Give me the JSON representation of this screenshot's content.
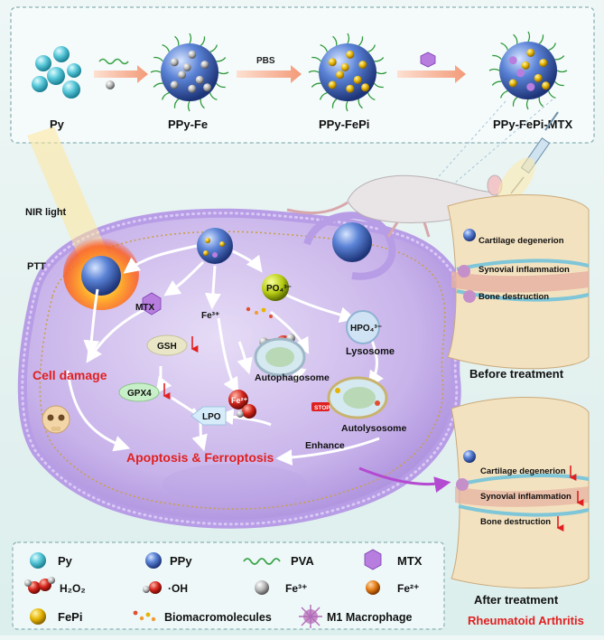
{
  "synthesis": {
    "step_py": "Py",
    "step_ppy_fe": "PPy-Fe",
    "arrow_pbs": "PBS",
    "step_ppy_fepi": "PPy-FePi",
    "step_ppy_fepi_mtx": "PPy-FePi-MTX"
  },
  "cell": {
    "nir_light": "NIR light",
    "ptt": "PTT",
    "mtx": "MTX",
    "fe3": "Fe³⁺",
    "po4": "PO₄³⁻",
    "gsh": "GSH",
    "fe2": "Fe²⁺",
    "hpo4": "HPO₄³⁻",
    "lysosome": "Lysosome",
    "cell_damage": "Cell damage",
    "gpx4": "GPX4",
    "lpo": "LPO",
    "autophagosome": "Autophagosome",
    "stop": "STOP",
    "autolysosome": "Autolysosome",
    "enhance": "Enhance",
    "apoptosis_ferroptosis": "Apoptosis & Ferroptosis"
  },
  "joint_before": {
    "cartilage": "Cartilage degenerion",
    "synovial": "Synovial inflammation",
    "bone": "Bone destruction",
    "caption": "Before treatment"
  },
  "joint_after": {
    "cartilage": "Cartilage degenerion",
    "synovial": "Synovial inflammation",
    "bone": "Bone destruction",
    "caption": "After treatment",
    "disease": "Rheumatoid Arthritis"
  },
  "legend": {
    "py": "Py",
    "ppy": "PPy",
    "pva": "PVA",
    "mtx": "MTX",
    "h2o2": "H₂O₂",
    "oh": "·OH",
    "fe3": "Fe³⁺",
    "fe2": "Fe²⁺",
    "fepi": "FePi",
    "biomacro": "Biomacromolecules",
    "m1": "M1 Macrophage"
  },
  "colors": {
    "cell_fill": "#c9b6ea",
    "cell_membrane": "#b79ce6",
    "red_text": "#e02020",
    "arrow": "#f6b59a",
    "joint_bone": "#f3e2c0"
  }
}
